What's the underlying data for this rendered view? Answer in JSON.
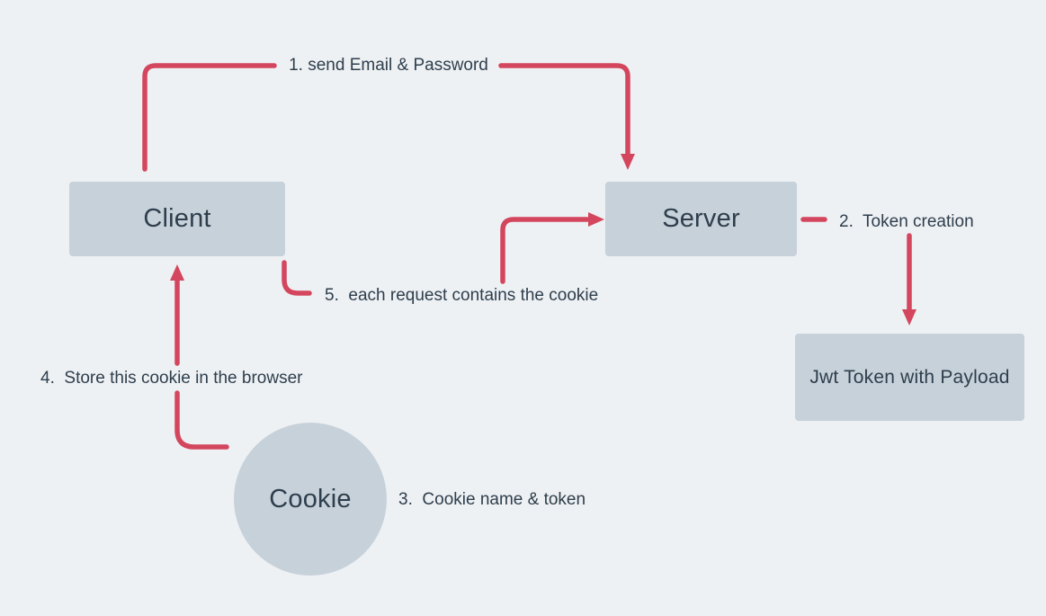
{
  "colors": {
    "background": "#eef1f4",
    "node_fill": "#c7d1da",
    "arrow": "#d3465d",
    "text": "#2e3e4c"
  },
  "nodes": {
    "client": {
      "label": "Client"
    },
    "server": {
      "label": "Server"
    },
    "jwt_token": {
      "label": "Jwt Token with Payload"
    },
    "cookie": {
      "label": "Cookie"
    }
  },
  "steps": {
    "step1": {
      "label": "1. send Email & Password"
    },
    "step2": {
      "label": "2.  Token creation"
    },
    "step3": {
      "label": "3.  Cookie name & token"
    },
    "step4": {
      "label": "4.  Store this cookie in the browser"
    },
    "step5": {
      "label": "5.  each request contains the cookie"
    }
  }
}
